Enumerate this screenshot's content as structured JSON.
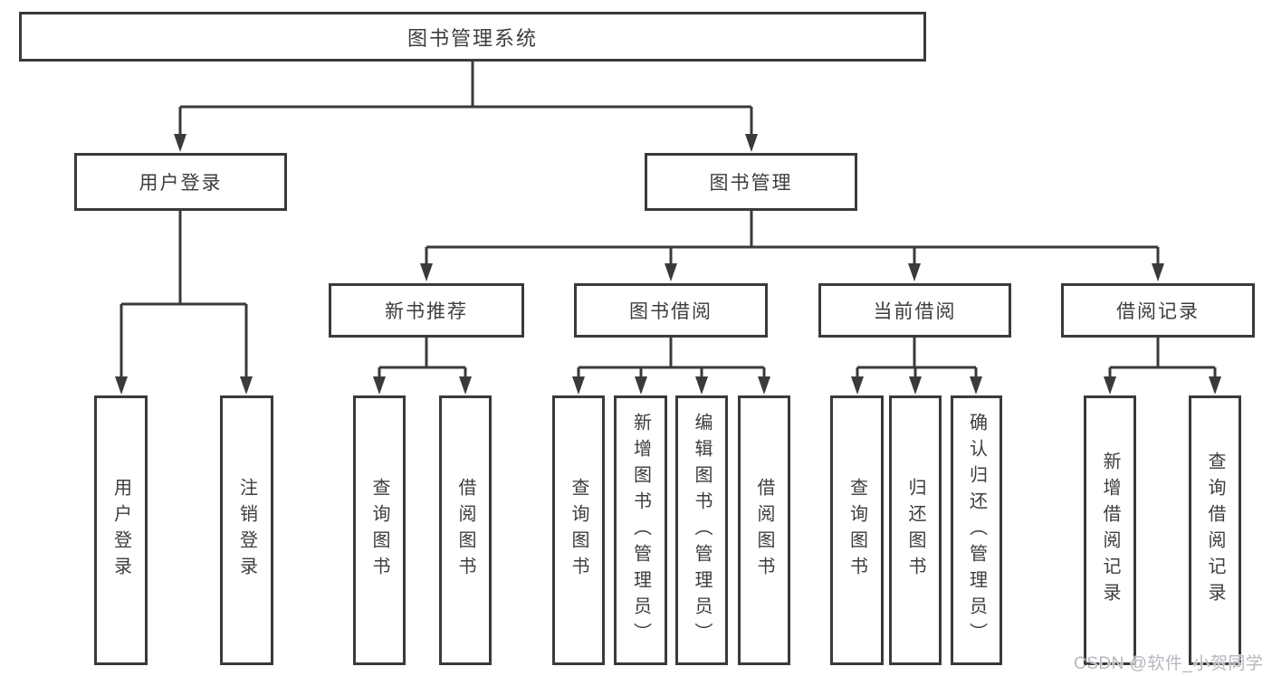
{
  "diagram_title": "图书管理系统",
  "level1": [
    "用户登录",
    "图书管理"
  ],
  "level2": [
    "新书推荐",
    "图书借阅",
    "当前借阅",
    "借阅记录"
  ],
  "leaves": [
    "用户登录",
    "注销登录",
    "查询图书",
    "借阅图书",
    "查询图书",
    "新增图书（管理员）",
    "编辑图书（管理员）",
    "借阅图书",
    "查询图书",
    "归还图书",
    "确认归还（管理员）",
    "新增借阅记录",
    "查询借阅记录"
  ],
  "watermark": "CSDN @软件_小贺同学",
  "colors": {
    "line": "#3a3a3a",
    "text": "#3d3d3d",
    "box_background": "#ffffff",
    "watermark": "#b4b8be"
  }
}
